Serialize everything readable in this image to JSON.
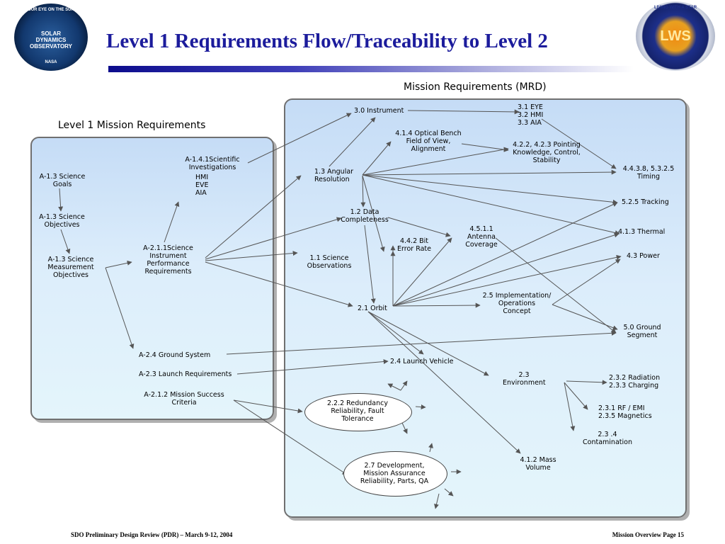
{
  "header": {
    "title": "Level 1 Requirements Flow/Traceability to Level 2"
  },
  "logos": {
    "sdo": {
      "top_text": "OUR EYE ON THE SUN",
      "lines": [
        "SOLAR",
        "DYNAMICS",
        "OBSERVATORY"
      ],
      "bottom_text": "NASA"
    },
    "lws": {
      "ring_text": "LIVING WITH A STAR",
      "center": "LWS"
    }
  },
  "panels": {
    "left_title": "Level 1 Mission Requirements",
    "right_title": "Mission Requirements (MRD)"
  },
  "nodes": {
    "a13_goals": [
      "A-1.3 Science",
      "Goals"
    ],
    "a13_objectives": [
      "A-1.3 Science",
      "Objectives"
    ],
    "a13_measurement": [
      "A-1.3 Science",
      "Measurement",
      "Objectives"
    ],
    "a141": [
      "A-1.4.1Scientific",
      "Investigations"
    ],
    "a141_list": [
      "HMI",
      "EVE",
      "AIA"
    ],
    "a211": [
      "A-2.1.1Science",
      "Instrument",
      "Performance",
      "Requirements"
    ],
    "a24": [
      "A-2.4 Ground System"
    ],
    "a23": [
      "A-2.3 Launch Requirements"
    ],
    "a212": [
      "A-2.1.2 Mission Success",
      "Criteria"
    ],
    "r30": [
      "3.0 Instrument"
    ],
    "r31": [
      "3.1 EYE",
      "3.2 HMI",
      "3.3 AIA"
    ],
    "r414": [
      "4.1.4 Optical Bench",
      "Field of View,",
      "Alignment"
    ],
    "r422": [
      "4.2.2, 4.2.3  Pointing",
      "Knowledge, Control,",
      "Stability"
    ],
    "r443": [
      "4.4.3.8, 5.3.2.5",
      "Timing"
    ],
    "r13": [
      "1.3 Angular",
      "Resolution"
    ],
    "r525": [
      "5.2.5 Tracking"
    ],
    "r12": [
      "1.2 Data",
      "Completeness"
    ],
    "r413": [
      "4.1.3 Thermal"
    ],
    "r442": [
      "4.4.2 Bit",
      "Error Rate"
    ],
    "r451": [
      "4.5.1.1",
      "Antenna",
      "Coverage"
    ],
    "r11": [
      "1.1 Science",
      "Observations"
    ],
    "r43": [
      "4.3 Power"
    ],
    "r25": [
      "2.5 Implementation/",
      "Operations",
      "Concept"
    ],
    "r21": [
      "2.1 Orbit"
    ],
    "r50": [
      "5.0 Ground",
      "Segment"
    ],
    "r24": [
      "2.4 Launch Vehicle"
    ],
    "r23": [
      "2.3",
      "Environment"
    ],
    "r232": [
      "2.3.2 Radiation",
      "2.3.3 Charging"
    ],
    "r231": [
      "2.3.1 RF / EMI",
      "2.3.5 Magnetics"
    ],
    "r234": [
      "2.3 .4",
      "Contamination"
    ],
    "r222": [
      "2.2.2 Redundancy",
      "Reliability, Fault",
      "Tolerance"
    ],
    "r27": [
      "2.7 Development,",
      "Mission Assurance",
      "Reliability, Parts, QA"
    ],
    "r412": [
      "4.1.2 Mass",
      "Volume"
    ]
  },
  "footer": {
    "left": "SDO Preliminary Design Review (PDR) – March 9-12, 2004",
    "right": "Mission Overview Page 15"
  },
  "colors": {
    "title": "#1c1c9c",
    "panel_top": "#c5dcf6",
    "panel_bottom": "#e4f5fb",
    "line": "#555555"
  }
}
